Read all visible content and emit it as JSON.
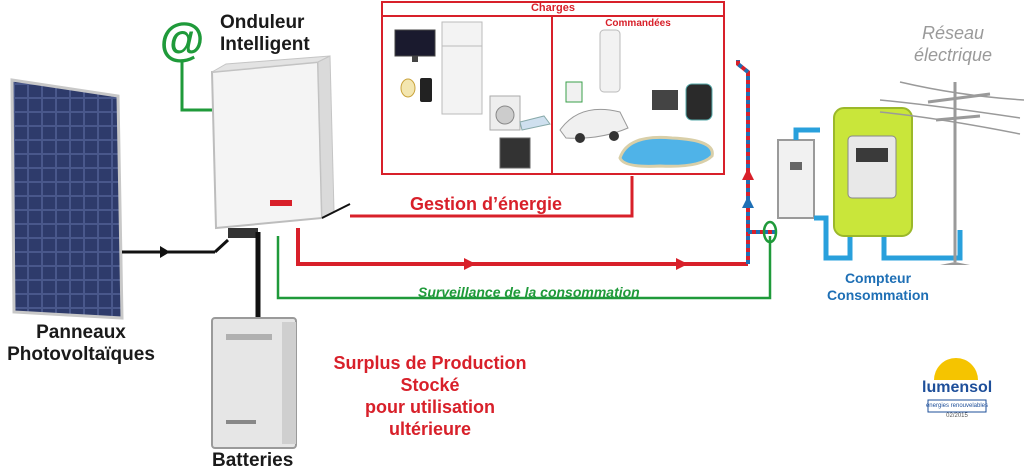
{
  "inverter": {
    "title_line1": "Onduleur",
    "title_line2": "Intelligent",
    "at_symbol": "@",
    "icon": "at-sign-icon"
  },
  "panels": {
    "label_line1": "Panneaux",
    "label_line2": "Photovoltaïques"
  },
  "batteries": {
    "label": "Batteries"
  },
  "loads": {
    "title": "Charges",
    "controlled_title": "Commandées"
  },
  "grid": {
    "label_line1": "Réseau",
    "label_line2": "électrique"
  },
  "meter": {
    "label_line1": "Compteur",
    "label_line2": "Consommation"
  },
  "flows": {
    "energy_management": "Gestion d’énergie",
    "consumption_monitoring": "Surveillance de la consommation"
  },
  "surplus": {
    "line1": "Surplus de Production",
    "line2": "Stocké",
    "line3": "pour utilisation",
    "line4": "ultérieure"
  },
  "logo": {
    "name": "lumensol",
    "tagline": "énergies renouvelables",
    "date": "02/2015"
  },
  "colors": {
    "red": "#d8202a",
    "green": "#1f9a3a",
    "blue": "#1e6fb5",
    "meter_green": "#c9e63a",
    "panel": "#2f3c6e"
  }
}
